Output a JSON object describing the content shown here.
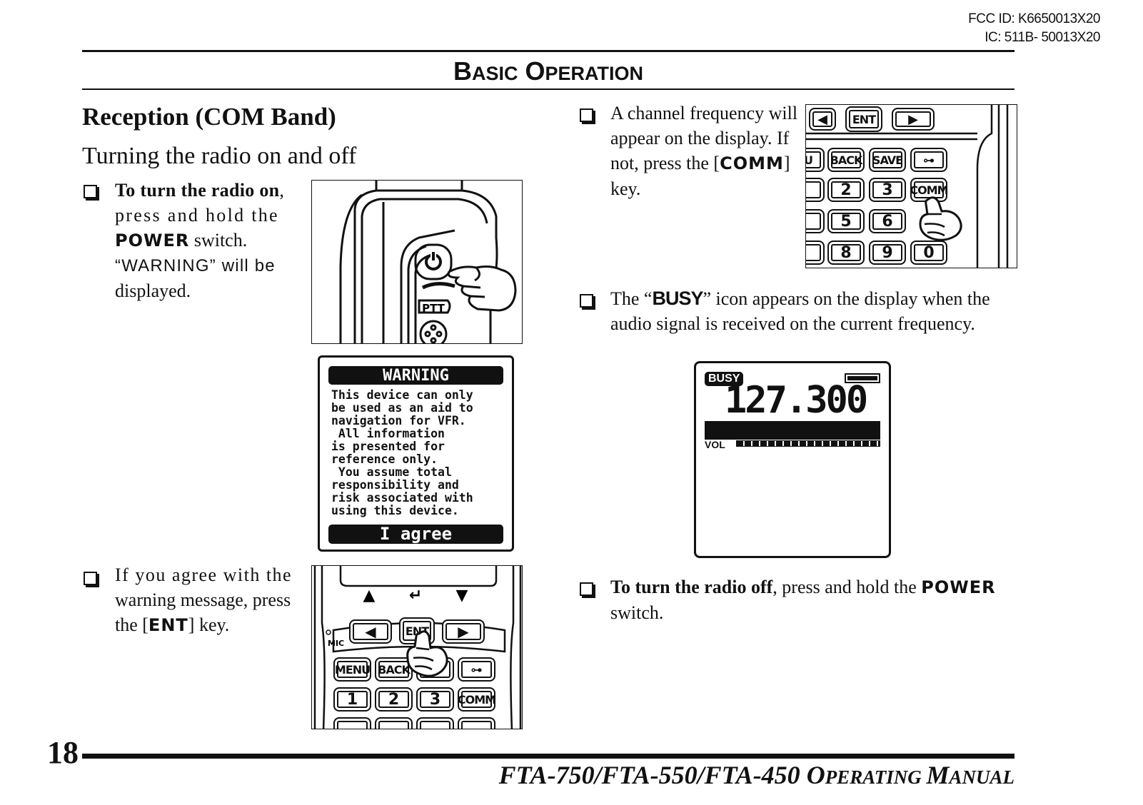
{
  "header": {
    "fcc_id": "FCC ID: K6650013X20",
    "ic": "IC: 511B- 50013X20",
    "section_cap1": "B",
    "section_rest1": "ASIC",
    "section_cap2": "O",
    "section_rest2": "PERATION"
  },
  "left": {
    "heading": "Reception (COM Band)",
    "subheading": "Turning the radio on and off",
    "on_bold": "To turn the radio on",
    "on_l1_tail": ",",
    "on_l2": "press and hold the",
    "on_key": "POWER",
    "on_l3_tail": " switch.",
    "on_l4": "“WARNING” will be",
    "on_l5": "displayed.",
    "agree_l1": "If you agree with the",
    "agree_l2": "warning message, press",
    "agree_l3_pre": "the [",
    "agree_key": "ENT",
    "agree_l3_post": "] key."
  },
  "warning_screen": {
    "title": "WARNING",
    "body": "This device can only\nbe used as an aid to\nnavigation for VFR.\n All information\nis presented for\nreference only.\n You assume total\nresponsibility and\nrisk associated with\nusing this device.",
    "button": "I agree"
  },
  "right": {
    "freq_l1": "A channel frequency will",
    "freq_l2": "appear on the display. If",
    "freq_l3_pre": "not, press the [",
    "freq_key": "COMM",
    "freq_l3_post": "]",
    "freq_l4": "key.",
    "busy_pre": "The “",
    "busy_word": "BUSY",
    "busy_post": "” icon appears on the display when the",
    "busy_l2": "audio signal is received on the current frequency.",
    "off_bold": "To turn the radio off",
    "off_rest": ", press and hold the",
    "off_key": "POWER",
    "off_l2": "switch."
  },
  "lcd": {
    "busy": "BUSY",
    "frequency": "127.300",
    "vol": "VOL"
  },
  "keypad": {
    "ent": "ENT",
    "back": "BACK",
    "save": "SAVE",
    "menu": "MENU",
    "comm": "COMM",
    "mic": "MIC",
    "ptt": "PTT",
    "u": "U",
    "k1": "1",
    "k2": "2",
    "k3": "3",
    "k5": "5",
    "k6": "6",
    "k8": "8",
    "k9": "9",
    "k0": "0"
  },
  "footer": {
    "page": "18",
    "model": "FTA-750/FTA-550/FTA-450 ",
    "cap1": "O",
    "rest1": "PERATING ",
    "cap2": "M",
    "rest2": "ANUAL"
  }
}
